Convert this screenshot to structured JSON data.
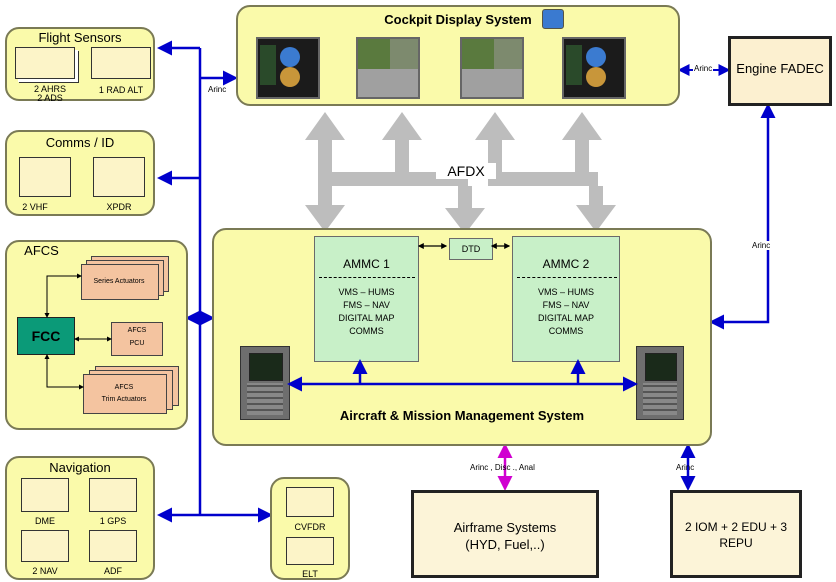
{
  "cockpit": {
    "title": "Cockpit Display System"
  },
  "engine": {
    "title": "Engine FADEC"
  },
  "flight_sensors": {
    "title": "Flight Sensors",
    "ahrs": "2 AHRS",
    "ads": "2 ADS",
    "radalt": "1 RAD ALT"
  },
  "comms": {
    "title": "Comms / ID",
    "vhf": "2 VHF",
    "xpdr": "XPDR"
  },
  "afcs": {
    "title": "AFCS",
    "series": "Series Actuators",
    "fcc": "FCC",
    "pcu_1": "AFCS",
    "pcu_2": "PCU",
    "trim_1": "AFCS",
    "trim_2": "Trim Actuators"
  },
  "navigation": {
    "title": "Navigation",
    "dme": "DME",
    "gps": "1 GPS",
    "nav": "2 NAV",
    "adf": "ADF"
  },
  "recorders": {
    "cvfdr": "CVFDR",
    "elt": "ELT"
  },
  "bus": {
    "afdx": "AFDX",
    "arinc": "Arinc",
    "arinc_disc": "Arinc , Disc ., Anal"
  },
  "amms": {
    "title": "Aircraft & Mission Management System",
    "dtd": "DTD",
    "ammc1": {
      "title": "AMMC 1",
      "lines": [
        "VMS – HUMS",
        "FMS – NAV",
        "DIGITAL MAP",
        "COMMS"
      ]
    },
    "ammc2": {
      "title": "AMMC 2",
      "lines": [
        "VMS – HUMS",
        "FMS – NAV",
        "DIGITAL MAP",
        "COMMS"
      ]
    }
  },
  "airframe": {
    "line1": "Airframe Systems",
    "line2": "(HYD, Fuel,..)"
  },
  "iom": {
    "line1": "2 IOM + 2 EDU + 3",
    "line2": "REPU"
  },
  "colors": {
    "box_fill": "#fafaaa",
    "bus_blue": "#0000cc",
    "afdx_gray": "#bdbdbd",
    "ammc_green": "#c8f0c8",
    "fcc_teal": "#0b9a78",
    "actuator": "#f4c4a0",
    "magenta": "#d000d0"
  }
}
